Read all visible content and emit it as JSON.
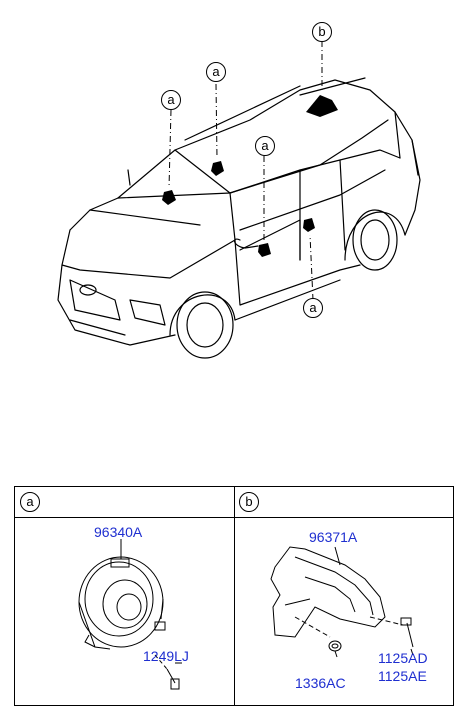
{
  "callouts": {
    "a": "a",
    "b": "b"
  },
  "panels": {
    "a": {
      "label": "a",
      "part_main": "96340A",
      "part_screw": "1249LJ"
    },
    "b": {
      "label": "b",
      "part_main": "96371A",
      "part_nut": "1336AC",
      "part_bolt_1": "1125AD",
      "part_bolt_2": "1125AE"
    }
  }
}
